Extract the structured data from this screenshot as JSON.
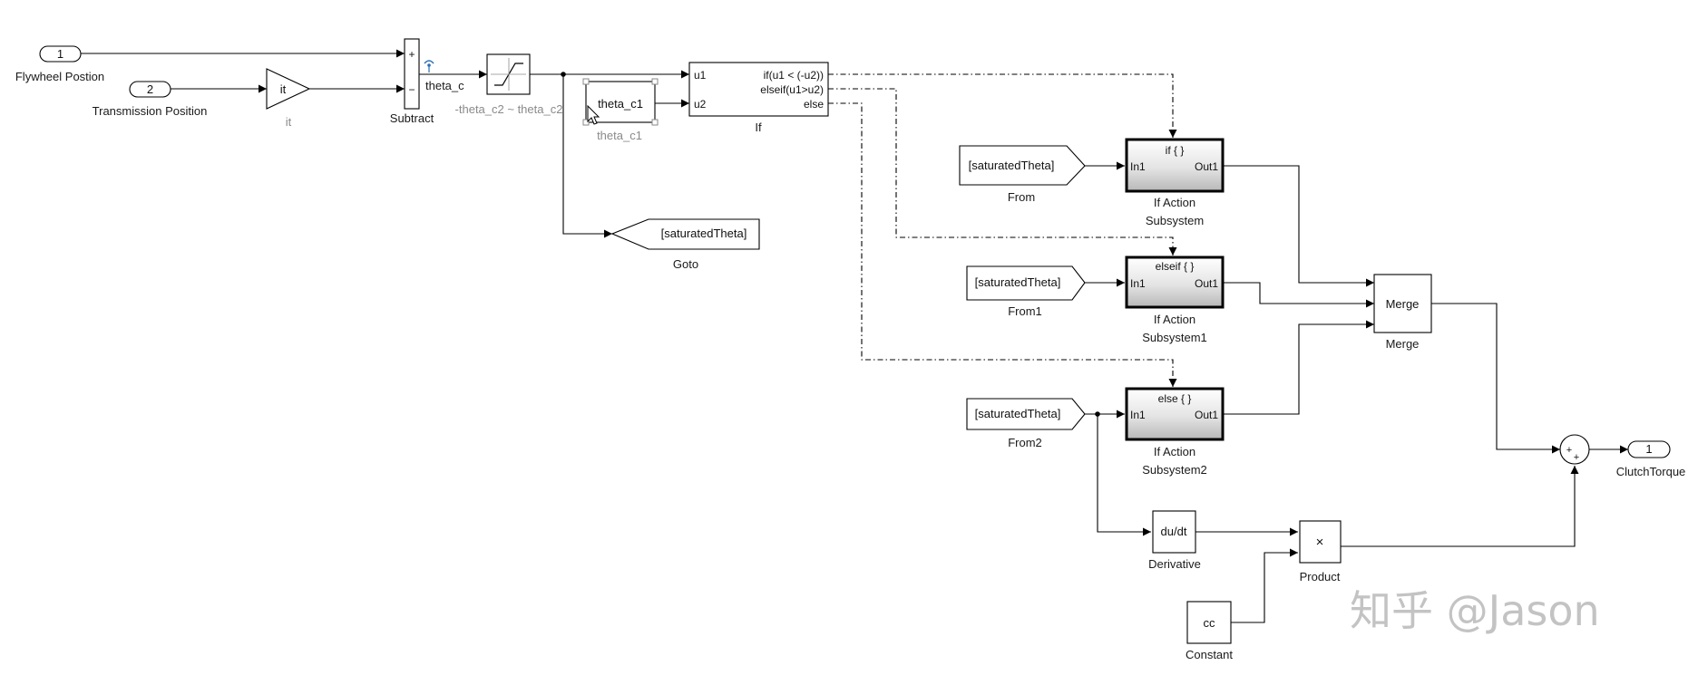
{
  "blocks": {
    "inport1": {
      "num": "1",
      "label": "Flywheel Postion"
    },
    "inport2": {
      "num": "2",
      "label": "Transmission Position"
    },
    "gain": {
      "text": "it",
      "label": "it"
    },
    "subtract": {
      "label": "Subtract",
      "plus": "+",
      "minus": "−"
    },
    "saturation": {
      "label": "-theta_c2 ~ theta_c2"
    },
    "const_theta": {
      "text": "theta_c1",
      "label": "theta_c1"
    },
    "if_block": {
      "label": "If",
      "in1": "u1",
      "in2": "u2",
      "cond1": "if(u1 < (-u2))",
      "cond2": "elseif(u1>u2)",
      "cond3": "else"
    },
    "goto": {
      "text": "[saturatedTheta]",
      "label": "Goto"
    },
    "from": {
      "text": "[saturatedTheta]",
      "label": "From"
    },
    "from1": {
      "text": "[saturatedTheta]",
      "label": "From1"
    },
    "from2": {
      "text": "[saturatedTheta]",
      "label": "From2"
    },
    "sub0": {
      "title": "if { }",
      "in": "In1",
      "out": "Out1",
      "label1": "If Action",
      "label2": "Subsystem"
    },
    "sub1": {
      "title": "elseif { }",
      "in": "In1",
      "out": "Out1",
      "label1": "If Action",
      "label2": "Subsystem1"
    },
    "sub2": {
      "title": "else { }",
      "in": "In1",
      "out": "Out1",
      "label1": "If Action",
      "label2": "Subsystem2"
    },
    "merge": {
      "text": "Merge",
      "label": "Merge"
    },
    "sum": {
      "plus1": "+",
      "plus2": "+"
    },
    "outport": {
      "num": "1",
      "label": "ClutchTorque"
    },
    "derivative": {
      "text": "du/dt",
      "label": "Derivative"
    },
    "product": {
      "text": "×",
      "label": "Product"
    },
    "constant": {
      "text": "cc",
      "label": "Constant"
    }
  },
  "signals": {
    "theta_c": "theta_c"
  },
  "watermark": "知乎 @Jason"
}
